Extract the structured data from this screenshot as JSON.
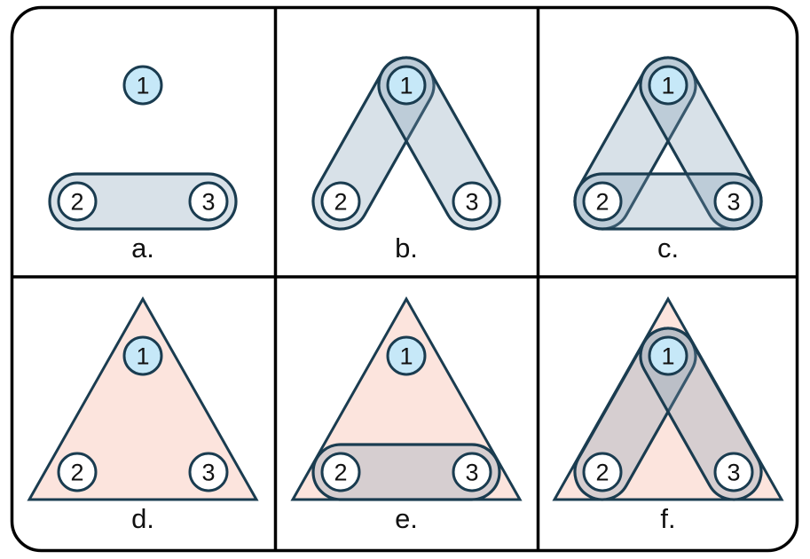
{
  "figure": {
    "panels": [
      {
        "id": "a",
        "label": "a.",
        "nodes": [
          {
            "id": "1"
          },
          {
            "id": "2"
          },
          {
            "id": "3"
          }
        ],
        "edges": [
          [
            "2",
            "3"
          ]
        ],
        "filled_triangle": false
      },
      {
        "id": "b",
        "label": "b.",
        "nodes": [
          {
            "id": "1"
          },
          {
            "id": "2"
          },
          {
            "id": "3"
          }
        ],
        "edges": [
          [
            "1",
            "2"
          ],
          [
            "1",
            "3"
          ]
        ],
        "filled_triangle": false
      },
      {
        "id": "c",
        "label": "c.",
        "nodes": [
          {
            "id": "1"
          },
          {
            "id": "2"
          },
          {
            "id": "3"
          }
        ],
        "edges": [
          [
            "1",
            "2"
          ],
          [
            "1",
            "3"
          ],
          [
            "2",
            "3"
          ]
        ],
        "filled_triangle": false
      },
      {
        "id": "d",
        "label": "d.",
        "nodes": [
          {
            "id": "1"
          },
          {
            "id": "2"
          },
          {
            "id": "3"
          }
        ],
        "edges": [],
        "filled_triangle": true
      },
      {
        "id": "e",
        "label": "e.",
        "nodes": [
          {
            "id": "1"
          },
          {
            "id": "2"
          },
          {
            "id": "3"
          }
        ],
        "edges": [
          [
            "2",
            "3"
          ]
        ],
        "filled_triangle": true
      },
      {
        "id": "f",
        "label": "f.",
        "nodes": [
          {
            "id": "1"
          },
          {
            "id": "2"
          },
          {
            "id": "3"
          }
        ],
        "edges": [
          [
            "1",
            "2"
          ],
          [
            "1",
            "3"
          ]
        ],
        "filled_triangle": true
      }
    ],
    "colors": {
      "background": "#ffffff",
      "border_color": "#000000",
      "grid_color": "#000000",
      "edge_fill": "#7d9cb4",
      "edge_fill_opacity": "0.30",
      "edge_stroke": "#1a3c50",
      "node_1_fill": "#c6e8f8",
      "node_fill": "#ffffff",
      "node_stroke": "#1a3c50",
      "triangle_fill": "#fce4dd",
      "triangle_stroke": "#1a3c50",
      "text_color": "#111111"
    }
  }
}
